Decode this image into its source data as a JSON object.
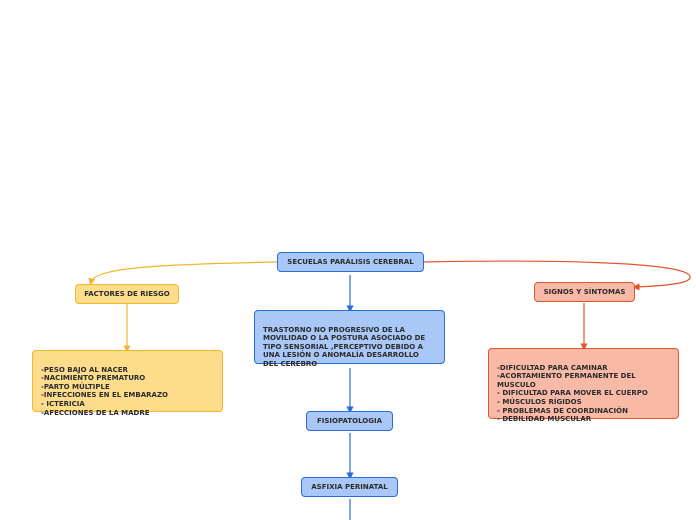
{
  "root": {
    "label": "SECUELAS PARÁLISIS CEREBRAL"
  },
  "risk": {
    "title": "FACTORES DE RIESGO",
    "details": "-PESO BAJO AL NACER\n-NACIMIENTO PREMATURO\n-PARTO MÚLTIPLE\n-INFECCIONES EN EL EMBARAZO\n- ICTERICIA\n-AFECCIONES DE LA MADRE"
  },
  "definition": {
    "text": "TRASTORNO NO PROGRESIVO DE LA\nMOVILIDAD O LA POSTURA ASOCIADO DE\nTIPO SENSORIAL ,PERCEPTIVO DEBIDO A\nUNA LESIÓN O ANOMALÍA DESARROLLO\nDEL CEREBRO"
  },
  "pathophysiology": {
    "label": "FISIOPATOLOGIA"
  },
  "asphyxia": {
    "label": "ASFIXIA PERINATAL"
  },
  "signs": {
    "title": "SIGNOS Y SÍNTOMAS",
    "details": "-DIFICULTAD PARA CAMINAR\n-ACORTAMIENTO PERMANENTE DEL\nMUSCULO\n- DIFICULTAD PARA MOVER EL CUERPO\n- MÚSCULOS RÍGIDOS\n- PROBLEMAS DE COORDINACIÓN\n- DEBILIDAD MUSCULAR"
  },
  "colors": {
    "blue_fill": "#a9c8f7",
    "blue_stroke": "#2a6dd6",
    "yellow_fill": "#fddc8b",
    "yellow_stroke": "#f2b62e",
    "salmon_fill": "#f8b9a6",
    "salmon_stroke": "#e0552b"
  }
}
